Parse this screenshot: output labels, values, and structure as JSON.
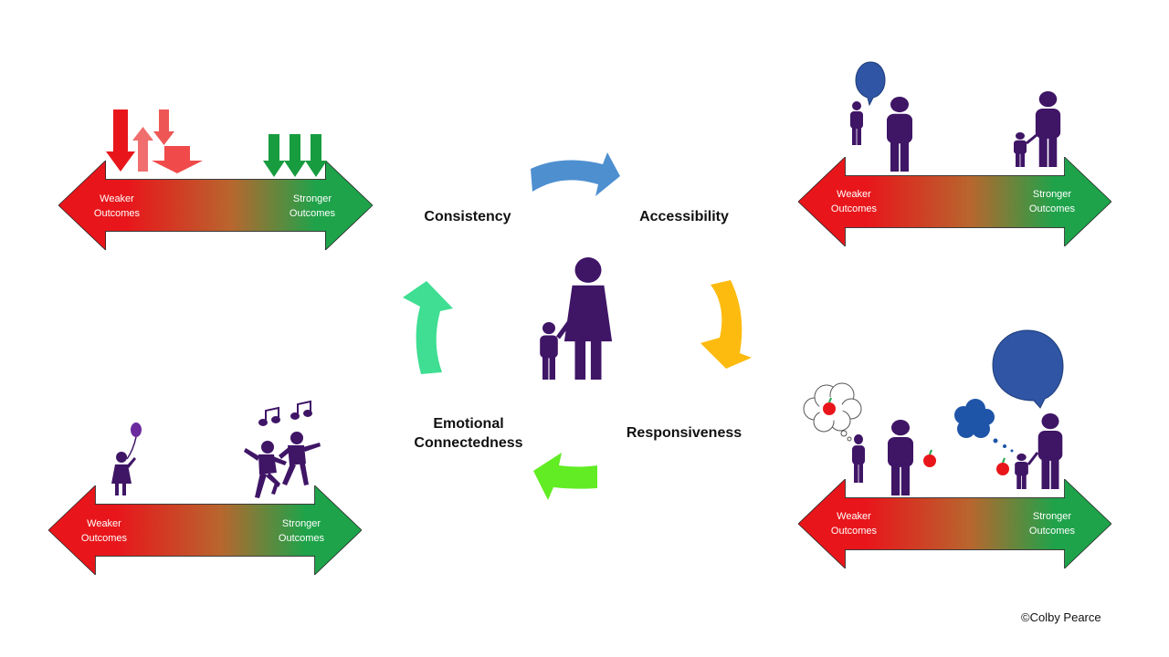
{
  "colors": {
    "figure_purple": "#3f1566",
    "speech_blue": "#2f55a4",
    "weak_red": "#e8161b",
    "strong_green": "#1ea34a",
    "cycle_blue": "#4e8fd0",
    "cycle_yellow": "#fdbb10",
    "cycle_lime": "#61ec23",
    "cycle_mint": "#3fde92"
  },
  "cycle": {
    "consistency": "Consistency",
    "accessibility": "Accessibility",
    "responsiveness": "Responsiveness",
    "emotional_1": "Emotional",
    "emotional_2": "Connectedness"
  },
  "scales": {
    "weaker_1": "Weaker",
    "weaker_2": "Outcomes",
    "stronger_1": "Stronger",
    "stronger_2": "Outcomes"
  },
  "copyright": "©Colby Pearce"
}
